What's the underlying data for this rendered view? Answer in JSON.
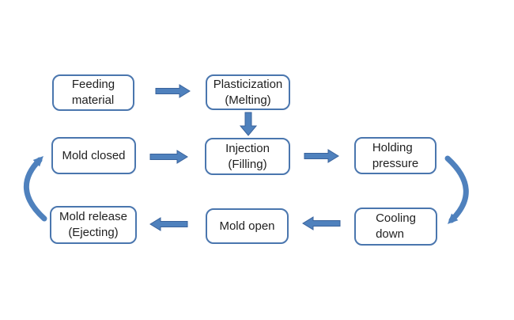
{
  "colors": {
    "background": "#ffffff",
    "box_fill": "#ffffff",
    "box_border": "#4a76ae",
    "text": "#1f1f1f",
    "arrow_fill": "#4f81bd",
    "arrow_outline": "#3a639c"
  },
  "diagram": {
    "type": "flowchart",
    "nodes": [
      {
        "id": "feeding-material",
        "label": "Feeding\nmaterial"
      },
      {
        "id": "plasticization",
        "label": "Plasticization\n(Melting)"
      },
      {
        "id": "mold-closed",
        "label": "Mold closed"
      },
      {
        "id": "injection",
        "label": "Injection\n(Filling)"
      },
      {
        "id": "holding-pressure",
        "label": "Holding\npressure"
      },
      {
        "id": "mold-release",
        "label": "Mold release\n(Ejecting)"
      },
      {
        "id": "mold-open",
        "label": "Mold open"
      },
      {
        "id": "cooling-down",
        "label": "Cooling\ndown"
      }
    ],
    "connections": [
      {
        "from": "feeding-material",
        "to": "plasticization",
        "style": "block-arrow",
        "direction": "right"
      },
      {
        "from": "plasticization",
        "to": "injection",
        "style": "block-arrow",
        "direction": "down"
      },
      {
        "from": "mold-closed",
        "to": "injection",
        "style": "block-arrow",
        "direction": "right"
      },
      {
        "from": "injection",
        "to": "holding-pressure",
        "style": "block-arrow",
        "direction": "right"
      },
      {
        "from": "holding-pressure",
        "to": "cooling-down",
        "style": "curved-arrow",
        "direction": "down"
      },
      {
        "from": "cooling-down",
        "to": "mold-open",
        "style": "block-arrow",
        "direction": "left"
      },
      {
        "from": "mold-open",
        "to": "mold-release",
        "style": "block-arrow",
        "direction": "left"
      },
      {
        "from": "mold-release",
        "to": "mold-closed",
        "style": "curved-arrow",
        "direction": "up"
      }
    ]
  }
}
